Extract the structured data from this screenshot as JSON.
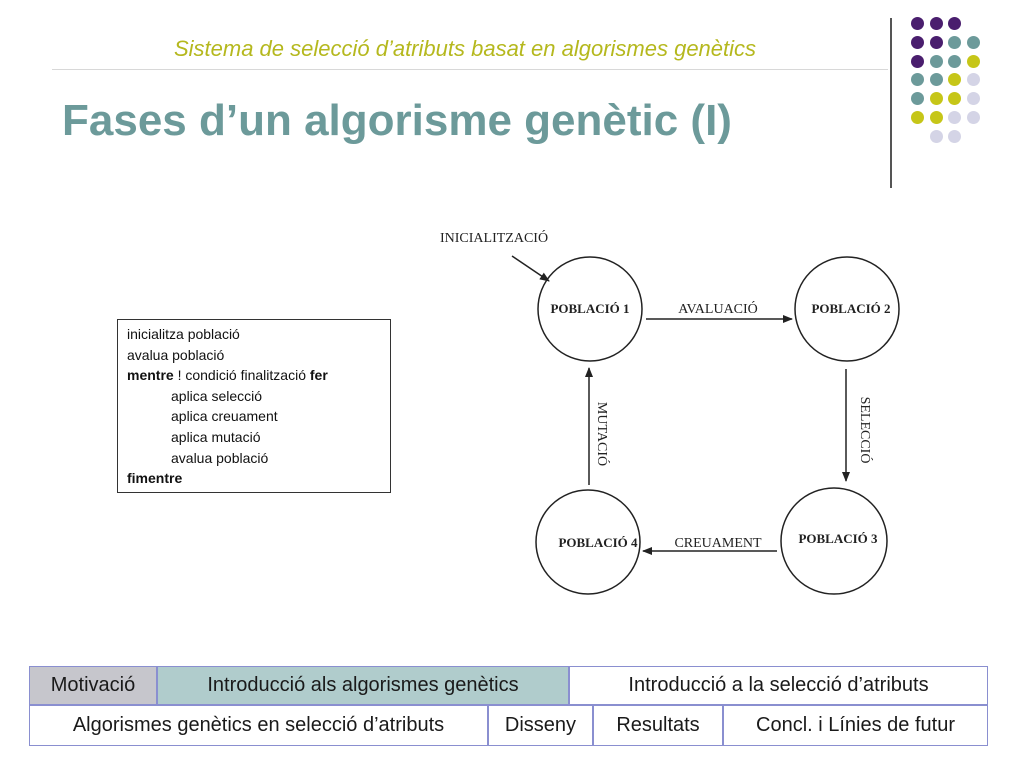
{
  "header": {
    "subtitle": "Sistema de selecció d’atributs basat en algorismes genètics",
    "title": "Fases d’un algorisme genètic (I)"
  },
  "decoration": {
    "dot_colors": {
      "purple": "#4a1e6e",
      "teal": "#6c9a9a",
      "lime": "#c6c618",
      "lavender": "#d4d4e6"
    },
    "dots": [
      [
        "purple",
        "purple",
        "purple",
        null
      ],
      [
        "purple",
        "purple",
        "teal",
        "teal"
      ],
      [
        "purple",
        "teal",
        "teal",
        "lime"
      ],
      [
        "teal",
        "teal",
        "lime",
        "lavender"
      ],
      [
        "teal",
        "lime",
        "lime",
        "lavender"
      ],
      [
        "lime",
        "lime",
        "lavender",
        "lavender"
      ],
      [
        null,
        "lavender",
        "lavender",
        null
      ]
    ]
  },
  "algorithm": {
    "line1": "inicialitza població",
    "line2": "avalua població",
    "line3_kw1": "mentre",
    "line3_text": " ! condició finalització ",
    "line3_kw2": "fer",
    "line4": "aplica selecció",
    "line5": "aplica creuament",
    "line6": "aplica mutació",
    "line7": "avalua població",
    "line8_kw": "fimentre"
  },
  "diagram": {
    "init_label": "INICIALITZACIÓ",
    "nodes": {
      "p1": "POBLACIÓ 1",
      "p2": "POBLACIÓ 2",
      "p3": "POBLACIÓ 3",
      "p4": "POBLACIÓ 4"
    },
    "edges": {
      "evaluation": "AVALUACIÓ",
      "selection": "SELECCIÓ",
      "crossover": "CREUAMENT",
      "mutation": "MUTACIÓ"
    }
  },
  "nav": {
    "motivacio": "Motivació",
    "intro_ag": "Introducció als algorismes genètics",
    "intro_sel": "Introducció a la selecció d’atributs",
    "ag_sel": "Algorismes genètics en selecció d’atributs",
    "disseny": "Disseny",
    "resultats": "Resultats",
    "conclusions": "Concl. i Línies de futur",
    "colors": {
      "motivacio": "#c6c6cc",
      "intro_ag": "#b0cccc",
      "default": "#ffffff"
    }
  }
}
